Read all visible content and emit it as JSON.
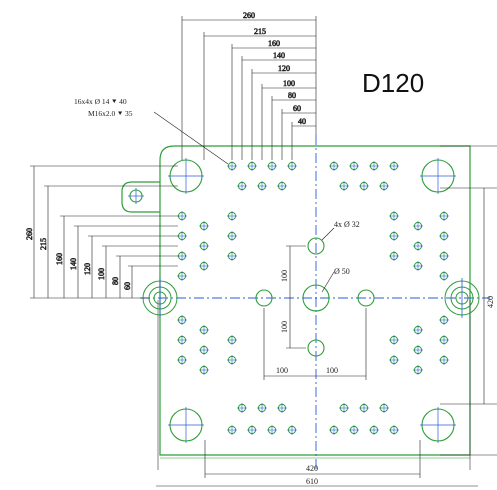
{
  "title": "D120",
  "note": {
    "line1": "16x4x  Ø 14 ⯆ 40",
    "line2": "M16x2.0  ⯆ 35"
  },
  "top_dims": [
    "260",
    "215",
    "160",
    "140",
    "120",
    "100",
    "80",
    "60",
    "40"
  ],
  "left_dims": [
    "260",
    "215",
    "160",
    "140",
    "120",
    "100",
    "80",
    "60"
  ],
  "center_dims": {
    "hole_small": "4x Ø 32",
    "hole_center": "Ø 50",
    "v_upper": "100",
    "v_lower": "100",
    "h_left": "100",
    "h_right": "100"
  },
  "bottom_dims": [
    "420",
    "610"
  ],
  "right_dim": "420",
  "colors": {
    "outline": "#2e9e3a",
    "centerline": "#2a5bd8",
    "dimension": "#222222"
  }
}
